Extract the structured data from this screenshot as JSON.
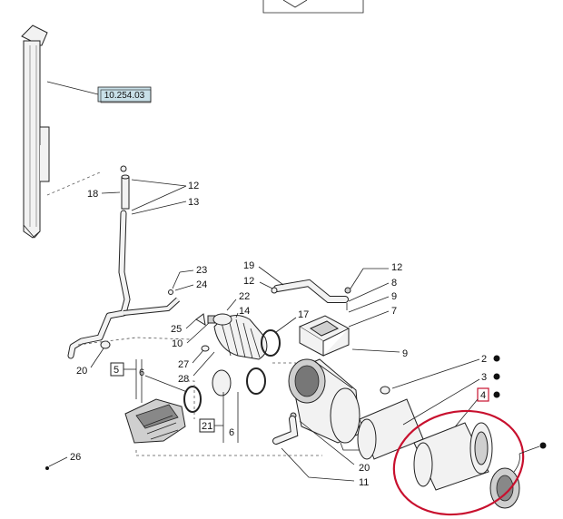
{
  "diagram": {
    "reference_box": "10.254.03",
    "highlight_color": "#c8102e",
    "labels": {
      "l2": "2",
      "l3": "3",
      "l4": "4",
      "l5": "5",
      "l6a": "6",
      "l6b": "6",
      "l7": "7",
      "l8": "8",
      "l9a": "9",
      "l9b": "9",
      "l10": "10",
      "l11": "11",
      "l12a": "12",
      "l12b": "12",
      "l12c": "12",
      "l13": "13",
      "l14": "14",
      "l17": "17",
      "l18": "18",
      "l19": "19",
      "l20a": "20",
      "l20b": "20",
      "l21": "21",
      "l22": "22",
      "l23": "23",
      "l24": "24",
      "l25": "25",
      "l26": "26",
      "l27": "27",
      "l28": "28"
    }
  }
}
